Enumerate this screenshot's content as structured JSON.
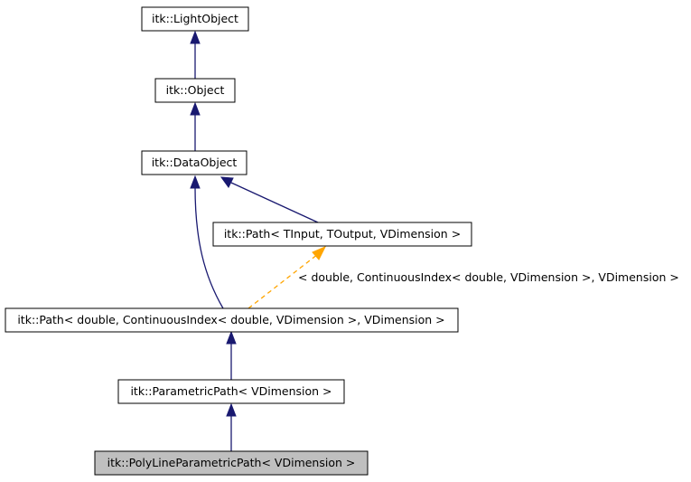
{
  "colors": {
    "inheritance_edge": "#191970",
    "template_edge": "#ffa500",
    "node_fill": "#ffffff",
    "highlight_fill": "#bfbfbf",
    "border": "#000000"
  },
  "nodes": {
    "light_object": "itk::LightObject",
    "object": "itk::Object",
    "data_object": "itk::DataObject",
    "path_template": "itk::Path< TInput, TOutput, VDimension >",
    "path_continuous": "itk::Path< double, ContinuousIndex< double, VDimension >, VDimension >",
    "parametric_path": "itk::ParametricPath< VDimension >",
    "polyline_path": "itk::PolyLineParametricPath< VDimension >"
  },
  "edge_labels": {
    "template_instantiation": "< double, ContinuousIndex< double, VDimension >, VDimension >"
  }
}
